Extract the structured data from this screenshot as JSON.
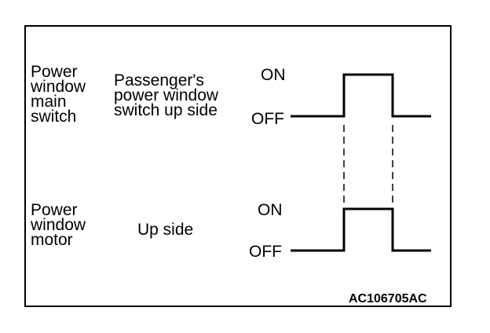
{
  "switch_group": {
    "component": [
      "Power",
      "window",
      "main",
      "switch"
    ],
    "signal": [
      "Passenger's",
      "power window",
      "switch up side"
    ],
    "on_label": "ON",
    "off_label": "OFF"
  },
  "motor_group": {
    "component": [
      "Power",
      "window",
      "motor"
    ],
    "signal": "Up side",
    "on_label": "ON",
    "off_label": "OFF"
  },
  "figure_code": "AC106705AC"
}
